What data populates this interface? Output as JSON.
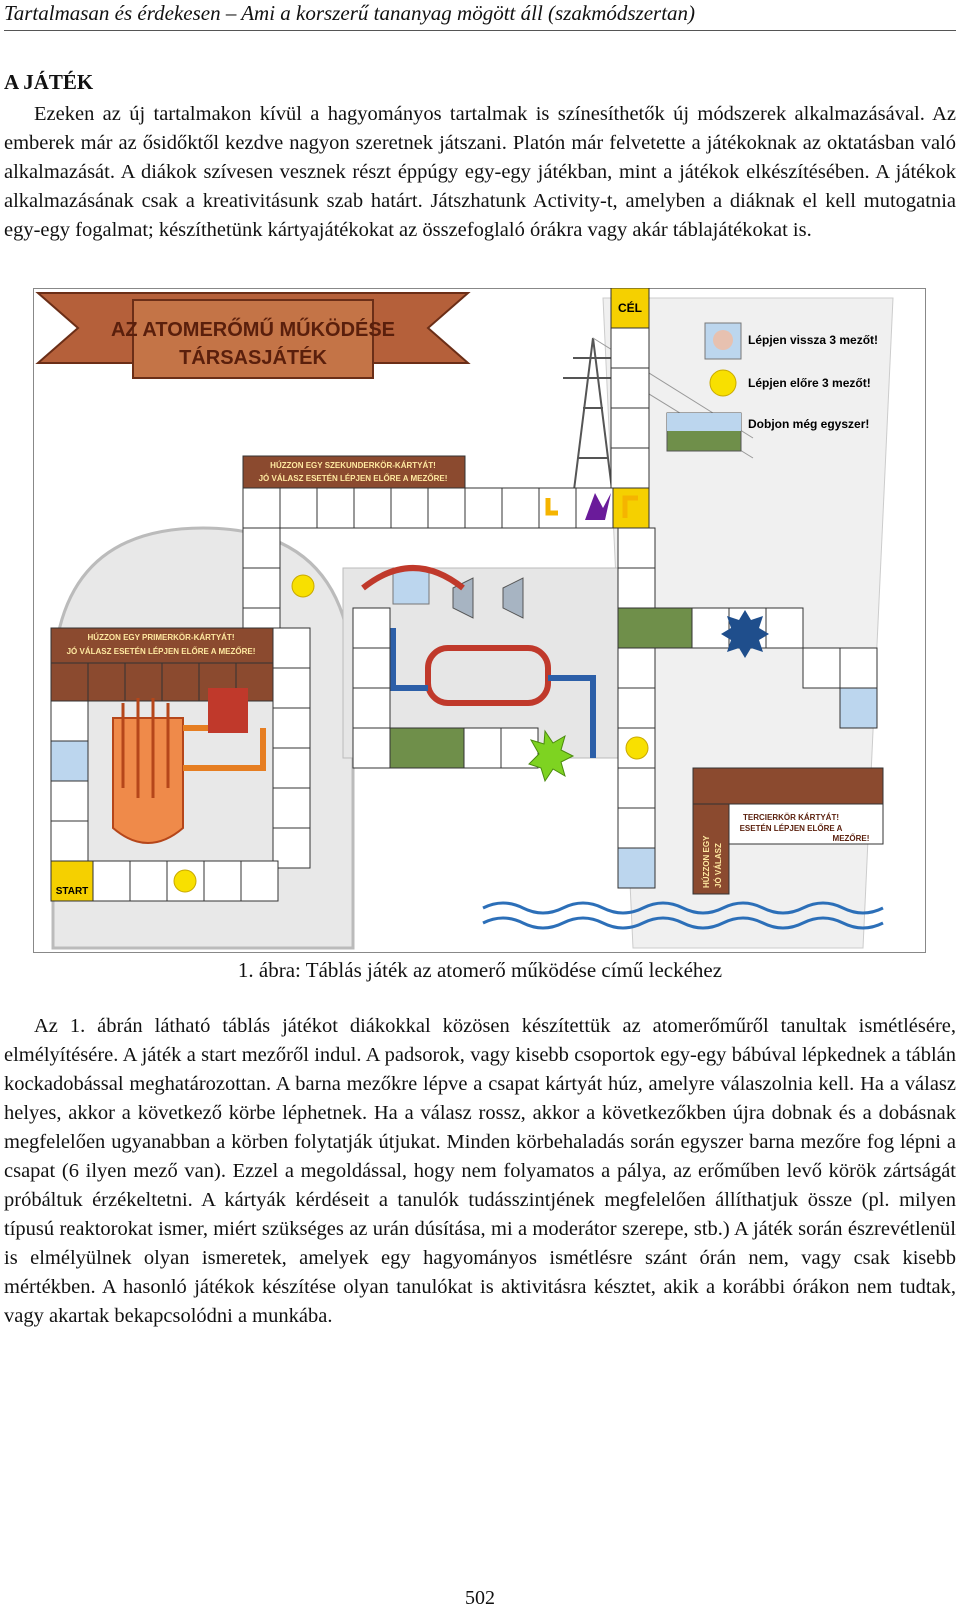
{
  "header": {
    "running_title": "Tartalmasan és érdekesen – Ami a korszerű tananyag mögött áll (szakmódszertan)"
  },
  "section": {
    "title": "A JÁTÉK"
  },
  "paragraphs": {
    "intro": "Ezeken az új tartalmakon kívül a hagyományos tartalmak is színesíthetők új módszerek alkalmazásával. Az emberek már az ősidőktől kezdve nagyon szeretnek játszani. Platón már felvetette a játékoknak az oktatásban való alkalmazását. A diákok szívesen vesznek részt éppúgy egy-egy játékban, mint a játékok elkészítésében. A játékok alkalmazásának csak a kreativitásunk szab határt. Játszhatunk Activity-t, amelyben a diáknak el kell mutogatnia egy-egy fogalmat; készíthetünk kártyajátékokat az összefoglaló órákra vagy akár táblajátékokat is.",
    "body": "Az 1. ábrán látható táblás játékot diákokkal közösen készítettük az atomerőműről tanultak ismétlésére, elmélyítésére. A játék a start mezőről indul. A padsorok, vagy kisebb csoportok egy-egy bábúval lépkednek a táblán kockadobással meghatározottan. A barna mezőkre lépve a csapat kártyát húz, amelyre válaszolnia kell. Ha a válasz helyes, akkor a következő körbe léphetnek. Ha a válasz rossz, akkor a következőkben újra dobnak és a dobásnak megfelelően ugyanabban a körben folytatják útjukat. Minden körbehaladás során egyszer barna mezőre fog lépni a csapat (6 ilyen mező van). Ezzel a megoldással, hogy nem folyamatos a pálya, az erőműben levő körök zártságát próbáltuk érzékeltetni. A kártyák kérdéseit a tanulók tudásszintjének megfelelően állíthatjuk össze (pl. milyen típusú reaktorokat ismer, miért szükséges az urán dúsítása, mi a moderátor szerepe, stb.) A játék során észrevétlenül is elmélyülnek olyan ismeretek, amelyek egy hagyományos ismétlésre szánt órán nem, vagy csak kisebb mértékben. A hasonló játékok készítése olyan tanulókat is aktivitásra késztet, akik a korábbi órákon nem tudtak, vagy akartak bekapcsolódni a munkába."
  },
  "figure": {
    "banner_line1": "AZ ATOMERŐMŰ MŰKÖDÉSE",
    "banner_line2": "TÁRSASJÁTÉK",
    "goal_label": "CÉL",
    "start_label": "START",
    "legend": {
      "back": "Lépjen vissza 3 mezőt!",
      "forward": "Lépjen előre 3 mezőt!",
      "again": "Dobjon még egyszer!"
    },
    "card_secondary_1": "HÚZZON EGY SZEKUNDERKÖR-KÁRTYÁT!",
    "card_secondary_2": "JÓ VÁLASZ ESETÉN LÉPJEN ELŐRE A      MEZŐRE!",
    "card_primary_1": "HÚZZON EGY PRIMERKÖR-KÁRTYÁT!",
    "card_primary_2": "JÓ VÁLASZ ESETÉN LÉPJEN ELŐRE A      MEZŐRE!",
    "card_tertiary_1": "TERCIERKÖR KÁRTYÁT!",
    "card_tertiary_2": "ESETÉN LÉPJEN ELŐRE A",
    "card_tertiary_3": "MEZŐRE!",
    "card_tertiary_vertical_1": "HÚZZON EGY",
    "card_tertiary_vertical_2": "JÓ VÁLASZ",
    "colors": {
      "brown": "#8b4a2f",
      "goal_yellow": "#f5d000",
      "banner": "#a0522d",
      "pipe_red": "#c0392b",
      "pipe_blue": "#2c5fa8"
    }
  },
  "caption": "1. ábra: Táblás játék az atomerő működése című leckéhez",
  "page_number": "502"
}
